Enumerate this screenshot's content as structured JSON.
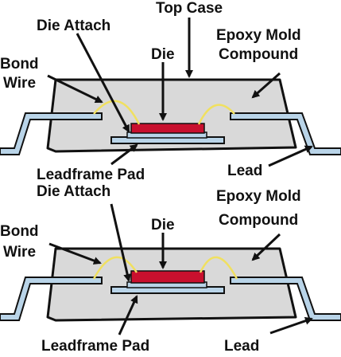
{
  "labels": {
    "top_case": "Top Case",
    "die_attach": "Die Attach",
    "die": "Die",
    "epoxy_line1": "Epoxy Mold",
    "epoxy_line2": "Compound",
    "bond_line1": "Bond",
    "bond_line2": "Wire",
    "leadframe_pad": "Leadframe Pad",
    "lead": "Lead"
  },
  "colors": {
    "package_fill": "#d9d9d9",
    "package_stroke": "#111111",
    "die_fill": "#c8102e",
    "lead_fill": "#b9d4e8",
    "wire": "#f0e060",
    "arrow": "#111111",
    "text": "#111111"
  }
}
